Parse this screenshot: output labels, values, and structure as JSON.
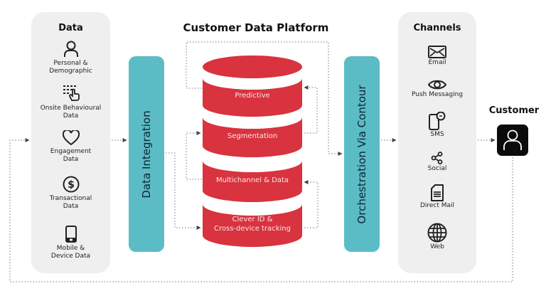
{
  "colors": {
    "panel_bg": "#efefef",
    "bar_teal": "#5bbcc6",
    "cylinder_red": "#d8333f",
    "customer_box": "#0b0b0b",
    "connector": "#555555"
  },
  "data_panel": {
    "title": "Data",
    "items": [
      {
        "icon": "person-icon",
        "label": "Personal &\nDemographic"
      },
      {
        "icon": "touch-list-icon",
        "label": "Onsite Behavioural\nData"
      },
      {
        "icon": "heart-icon",
        "label": "Engagement\nData"
      },
      {
        "icon": "dollar-icon",
        "label": "Transactional\nData"
      },
      {
        "icon": "mobile-icon",
        "label": "Mobile &\nDevice Data"
      }
    ]
  },
  "integration": {
    "label": "Data Integration"
  },
  "cdp": {
    "title": "Customer Data Platform",
    "segments": [
      {
        "label": "Predictive"
      },
      {
        "label": "Segmentation"
      },
      {
        "label": "Multichannel & Data"
      },
      {
        "label": "Clever ID &\nCross-device tracking"
      }
    ]
  },
  "orchestration": {
    "label": "Orchestration Via Contour"
  },
  "channels_panel": {
    "title": "Channels",
    "items": [
      {
        "icon": "envelope-icon",
        "label": "Email"
      },
      {
        "icon": "eye-icon",
        "label": "Push Messaging"
      },
      {
        "icon": "sms-phone-icon",
        "label": "SMS"
      },
      {
        "icon": "share-icon",
        "label": "Social"
      },
      {
        "icon": "document-icon",
        "label": "Direct Mail"
      },
      {
        "icon": "globe-icon",
        "label": "Web"
      }
    ]
  },
  "customer": {
    "title": "Customer",
    "icon": "user-icon"
  }
}
